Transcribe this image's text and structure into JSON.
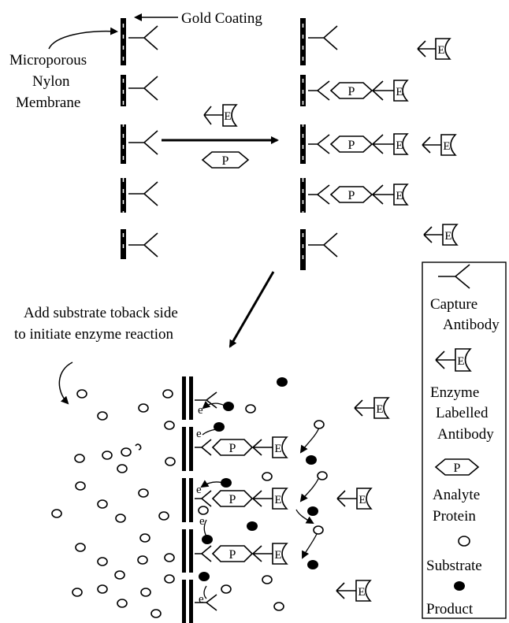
{
  "labels": {
    "gold_coating": "Gold Coating",
    "membrane_line1": "Microporous",
    "membrane_line2": "Nylon",
    "membrane_line3": "Membrane",
    "instruction_line1": "Add substrate toback side",
    "instruction_line2": "to initiate enzyme reaction"
  },
  "symbols": {
    "enzyme": "E",
    "analyte": "P",
    "electron": "e"
  },
  "legend": {
    "items": [
      {
        "icon": "capture-antibody-icon",
        "line1": "Capture",
        "line2": "Antibody",
        "line3": ""
      },
      {
        "icon": "enzyme-labelled-antibody-icon",
        "line1": "Enzyme",
        "line2": "Labelled",
        "line3": "Antibody"
      },
      {
        "icon": "analyte-protein-icon",
        "line1": "Analyte",
        "line2": "Protein",
        "line3": ""
      },
      {
        "icon": "substrate-icon",
        "line1": "Substrate",
        "line2": "",
        "line3": ""
      },
      {
        "icon": "product-icon",
        "line1": "Product",
        "line2": "",
        "line3": ""
      }
    ]
  }
}
